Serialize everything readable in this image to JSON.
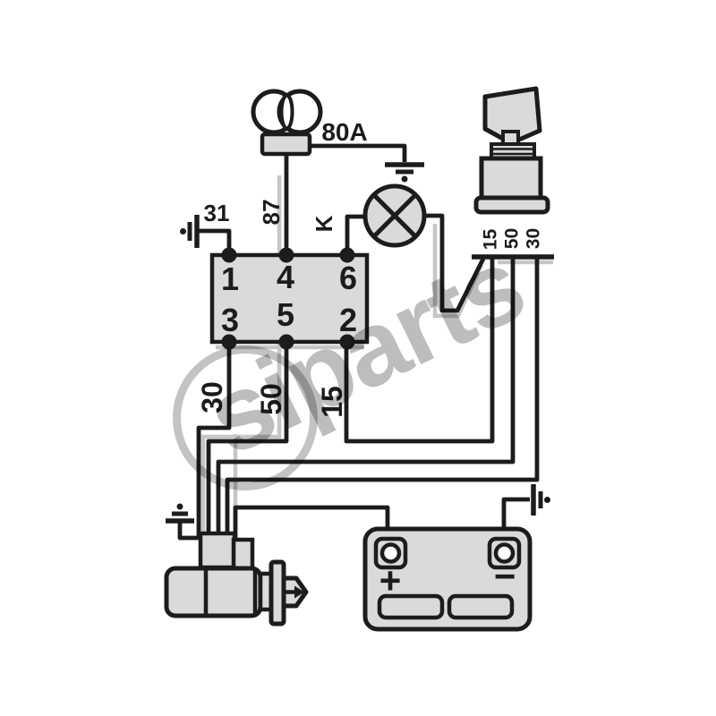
{
  "diagram": {
    "type": "automotive starter wiring diagram",
    "colors": {
      "line": "#1c1c1c",
      "component_fill": "#dadada",
      "watermark": "#bdbdbd"
    }
  },
  "watermark": {
    "text": "siparts"
  },
  "fuse": {
    "rating_label": "80A",
    "output_wire_label": "87"
  },
  "relay": {
    "ground_terminal_label": "31",
    "lamp_terminal_label": "K",
    "terminals_top": [
      "1",
      "4",
      "6"
    ],
    "terminals_bottom": [
      "3",
      "5",
      "2"
    ]
  },
  "wire_labels": {
    "terminal3": "30",
    "terminal5": "50",
    "terminal2": "15"
  },
  "ignition_switch": {
    "terminal_labels": [
      "15",
      "50",
      "30"
    ]
  },
  "battery": {
    "positive_label": "+",
    "negative_label": "−"
  }
}
